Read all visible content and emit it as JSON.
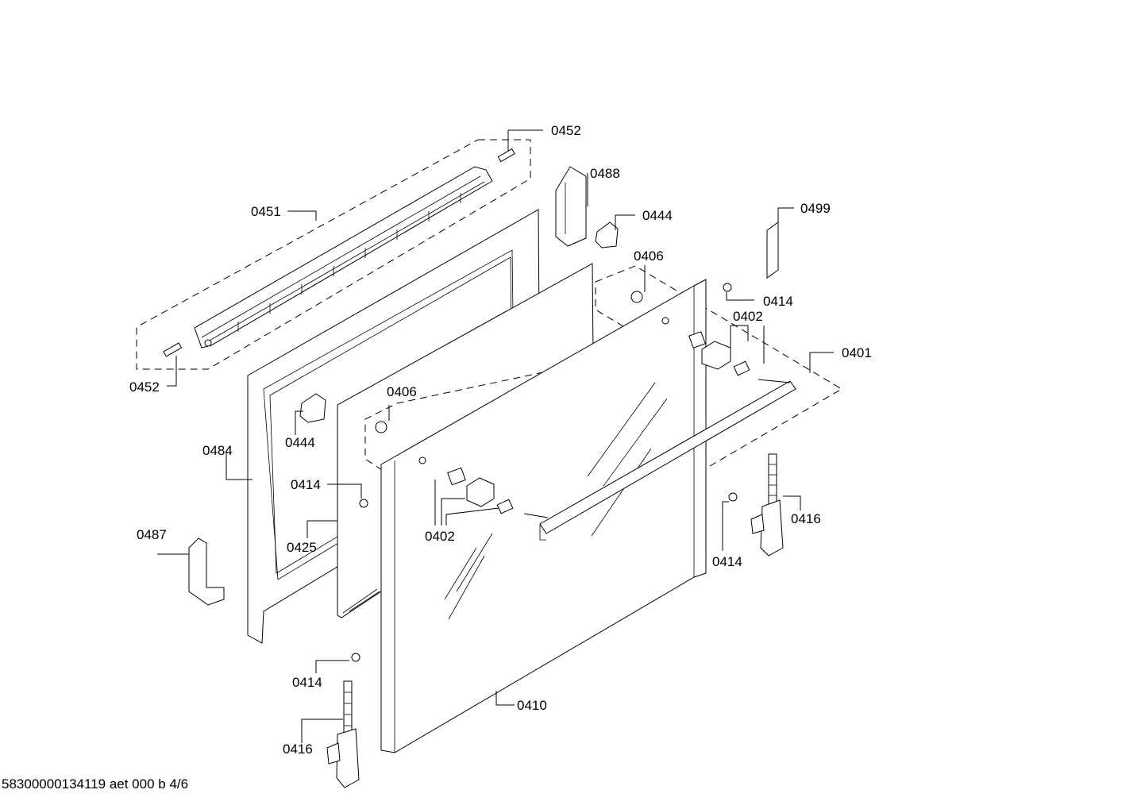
{
  "labels": {
    "l0452_top": "0452",
    "l0488": "0488",
    "l0451": "0451",
    "l0444_top": "0444",
    "l0499": "0499",
    "l0406_top": "0406",
    "l0414_right": "0414",
    "l0402_right": "0402",
    "l0401": "0401",
    "l0452_left": "0452",
    "l0406_mid": "0406",
    "l0444_mid": "0444",
    "l0484": "0484",
    "l0414_mid": "0414",
    "l0416_right": "0416",
    "l0487": "0487",
    "l0402_mid": "0402",
    "l0425": "0425",
    "l0414_lowright": "0414",
    "l0414_bottom": "0414",
    "l0410": "0410",
    "l0416_bottom": "0416"
  },
  "footer": "58300000134119 aet 000 b 4/6"
}
